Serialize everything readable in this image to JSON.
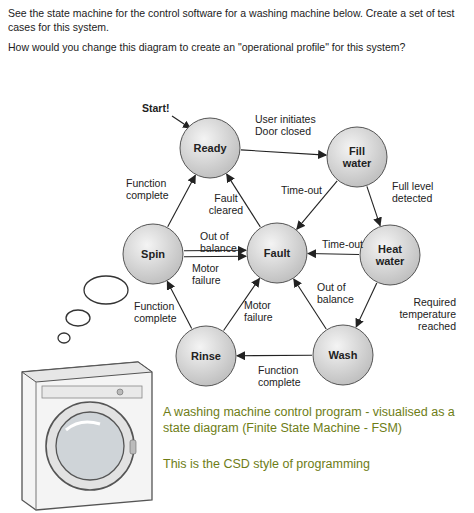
{
  "diagram": {
    "nodes": [
      {
        "text": [
          "Ready"
        ]
      },
      {
        "text": [
          "Fill water"
        ]
      },
      {
        "text": [
          "Heat water"
        ]
      },
      {
        "text": [
          "Wash"
        ]
      },
      {
        "text": [
          "Rinse"
        ]
      },
      {
        "text": [
          "Spin"
        ]
      },
      {
        "text": [
          "Fault"
        ]
      }
    ],
    "edges": [
      {
        "from": 0,
        "to": 1,
        "label": "User initiates Door closed",
        "arrow": "to"
      },
      {
        "from": 1,
        "to": 2,
        "label": "Full level detected",
        "arrow": "to"
      },
      {
        "from": 2,
        "to": 3,
        "label": "Required temperature reached",
        "arrow": "to"
      },
      {
        "from": 3,
        "to": 4,
        "label": "Function complete",
        "arrow": "to"
      },
      {
        "from": 4,
        "to": 5,
        "label": "Function complete",
        "arrow": "to"
      },
      {
        "from": 5,
        "to": 0,
        "label": "Function complete",
        "arrow": "to"
      },
      {
        "from": 1,
        "to": 6,
        "label": "Time-out",
        "arrow": "to"
      },
      {
        "from": 2,
        "to": 6,
        "label": "Time-out",
        "arrow": "to"
      },
      {
        "from": 3,
        "to": 6,
        "label": "Out of balance",
        "arrow": "to"
      },
      {
        "from": 4,
        "to": 6,
        "label": "Motor failure",
        "arrow": "to"
      },
      {
        "from": 5,
        "to": 6,
        "label": "Out of balance",
        "arrow": "to"
      },
      {
        "from": 5,
        "to": 6,
        "label": "Motor failure",
        "arrow": "to"
      },
      {
        "from": 6,
        "to": 0,
        "label": "Fault cleared",
        "arrow": "to"
      }
    ],
    "labels": [
      "See the state machine for the control software for a washing machine below.  Create a set of test cases for this system.",
      "How would you change this diagram to create an \"operational profile\" for this system?",
      "Start!",
      "A washing machine control program - visualised as a state diagram (Finite State Machine - FSM)",
      "This is the CSD style of programming"
    ]
  }
}
